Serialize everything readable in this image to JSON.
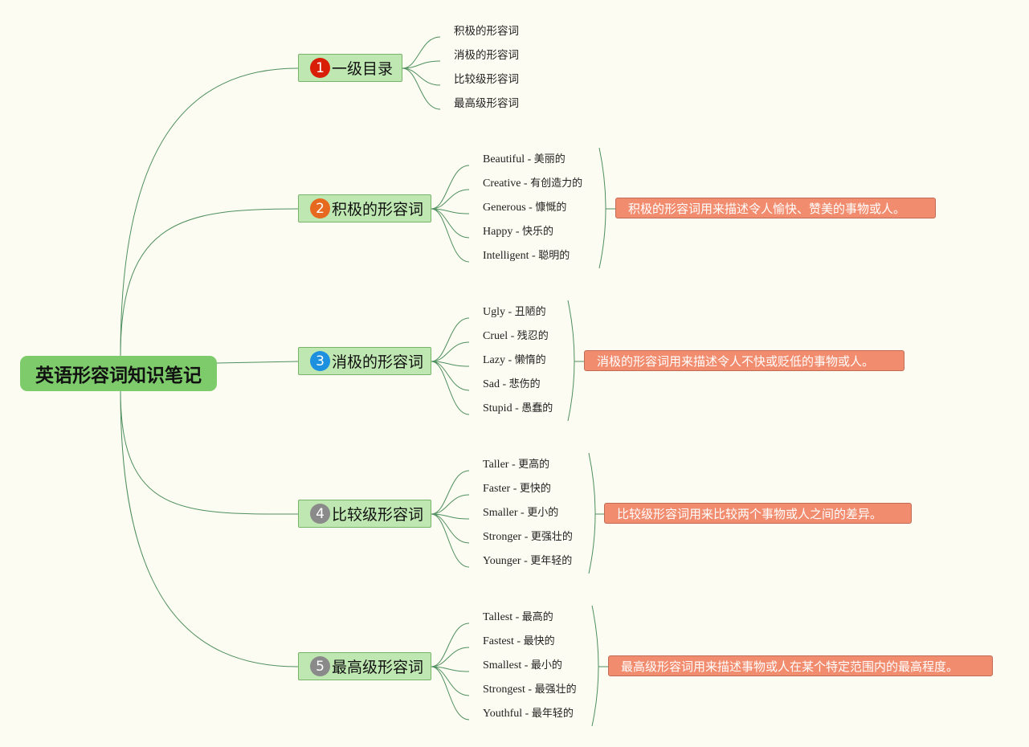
{
  "root": {
    "title": "英语形容词知识笔记"
  },
  "branches": [
    {
      "number": "1",
      "badge_color": "#d81e06",
      "label": "一级目录",
      "leaves": [
        "积极的形容词",
        "消极的形容词",
        "比较级形容词",
        "最高级形容词"
      ],
      "summary": ""
    },
    {
      "number": "2",
      "badge_color": "#e6691f",
      "label": "积极的形容词",
      "leaves": [
        "Beautiful - 美丽的",
        "Creative - 有创造力的",
        "Generous - 慷慨的",
        "Happy - 快乐的",
        "Intelligent - 聪明的"
      ],
      "summary": "积极的形容词用来描述令人愉快、赞美的事物或人。"
    },
    {
      "number": "3",
      "badge_color": "#1e90e0",
      "label": "消极的形容词",
      "leaves": [
        "Ugly - 丑陋的",
        "Cruel - 残忍的",
        "Lazy - 懒惰的",
        "Sad - 悲伤的",
        "Stupid - 愚蠢的"
      ],
      "summary": "消极的形容词用来描述令人不快或贬低的事物或人。"
    },
    {
      "number": "4",
      "badge_color": "#8a8a8a",
      "label": "比较级形容词",
      "leaves": [
        "Taller - 更高的",
        "Faster - 更快的",
        "Smaller - 更小的",
        "Stronger - 更强壮的",
        "Younger - 更年轻的"
      ],
      "summary": "比较级形容词用来比较两个事物或人之间的差异。"
    },
    {
      "number": "5",
      "badge_color": "#8a8a8a",
      "label": "最高级形容词",
      "leaves": [
        "Tallest - 最高的",
        "Fastest - 最快的",
        "Smallest - 最小的",
        "Strongest - 最强壮的",
        "Youthful - 最年轻的"
      ],
      "summary": "最高级形容词用来描述事物或人在某个特定范围内的最高程度。"
    }
  ],
  "colors": {
    "link": "#4e8f5e",
    "summary_bg": "#f28c6e",
    "branch_bg": "#bfe7b1",
    "root_bg": "#7ecb6c"
  }
}
